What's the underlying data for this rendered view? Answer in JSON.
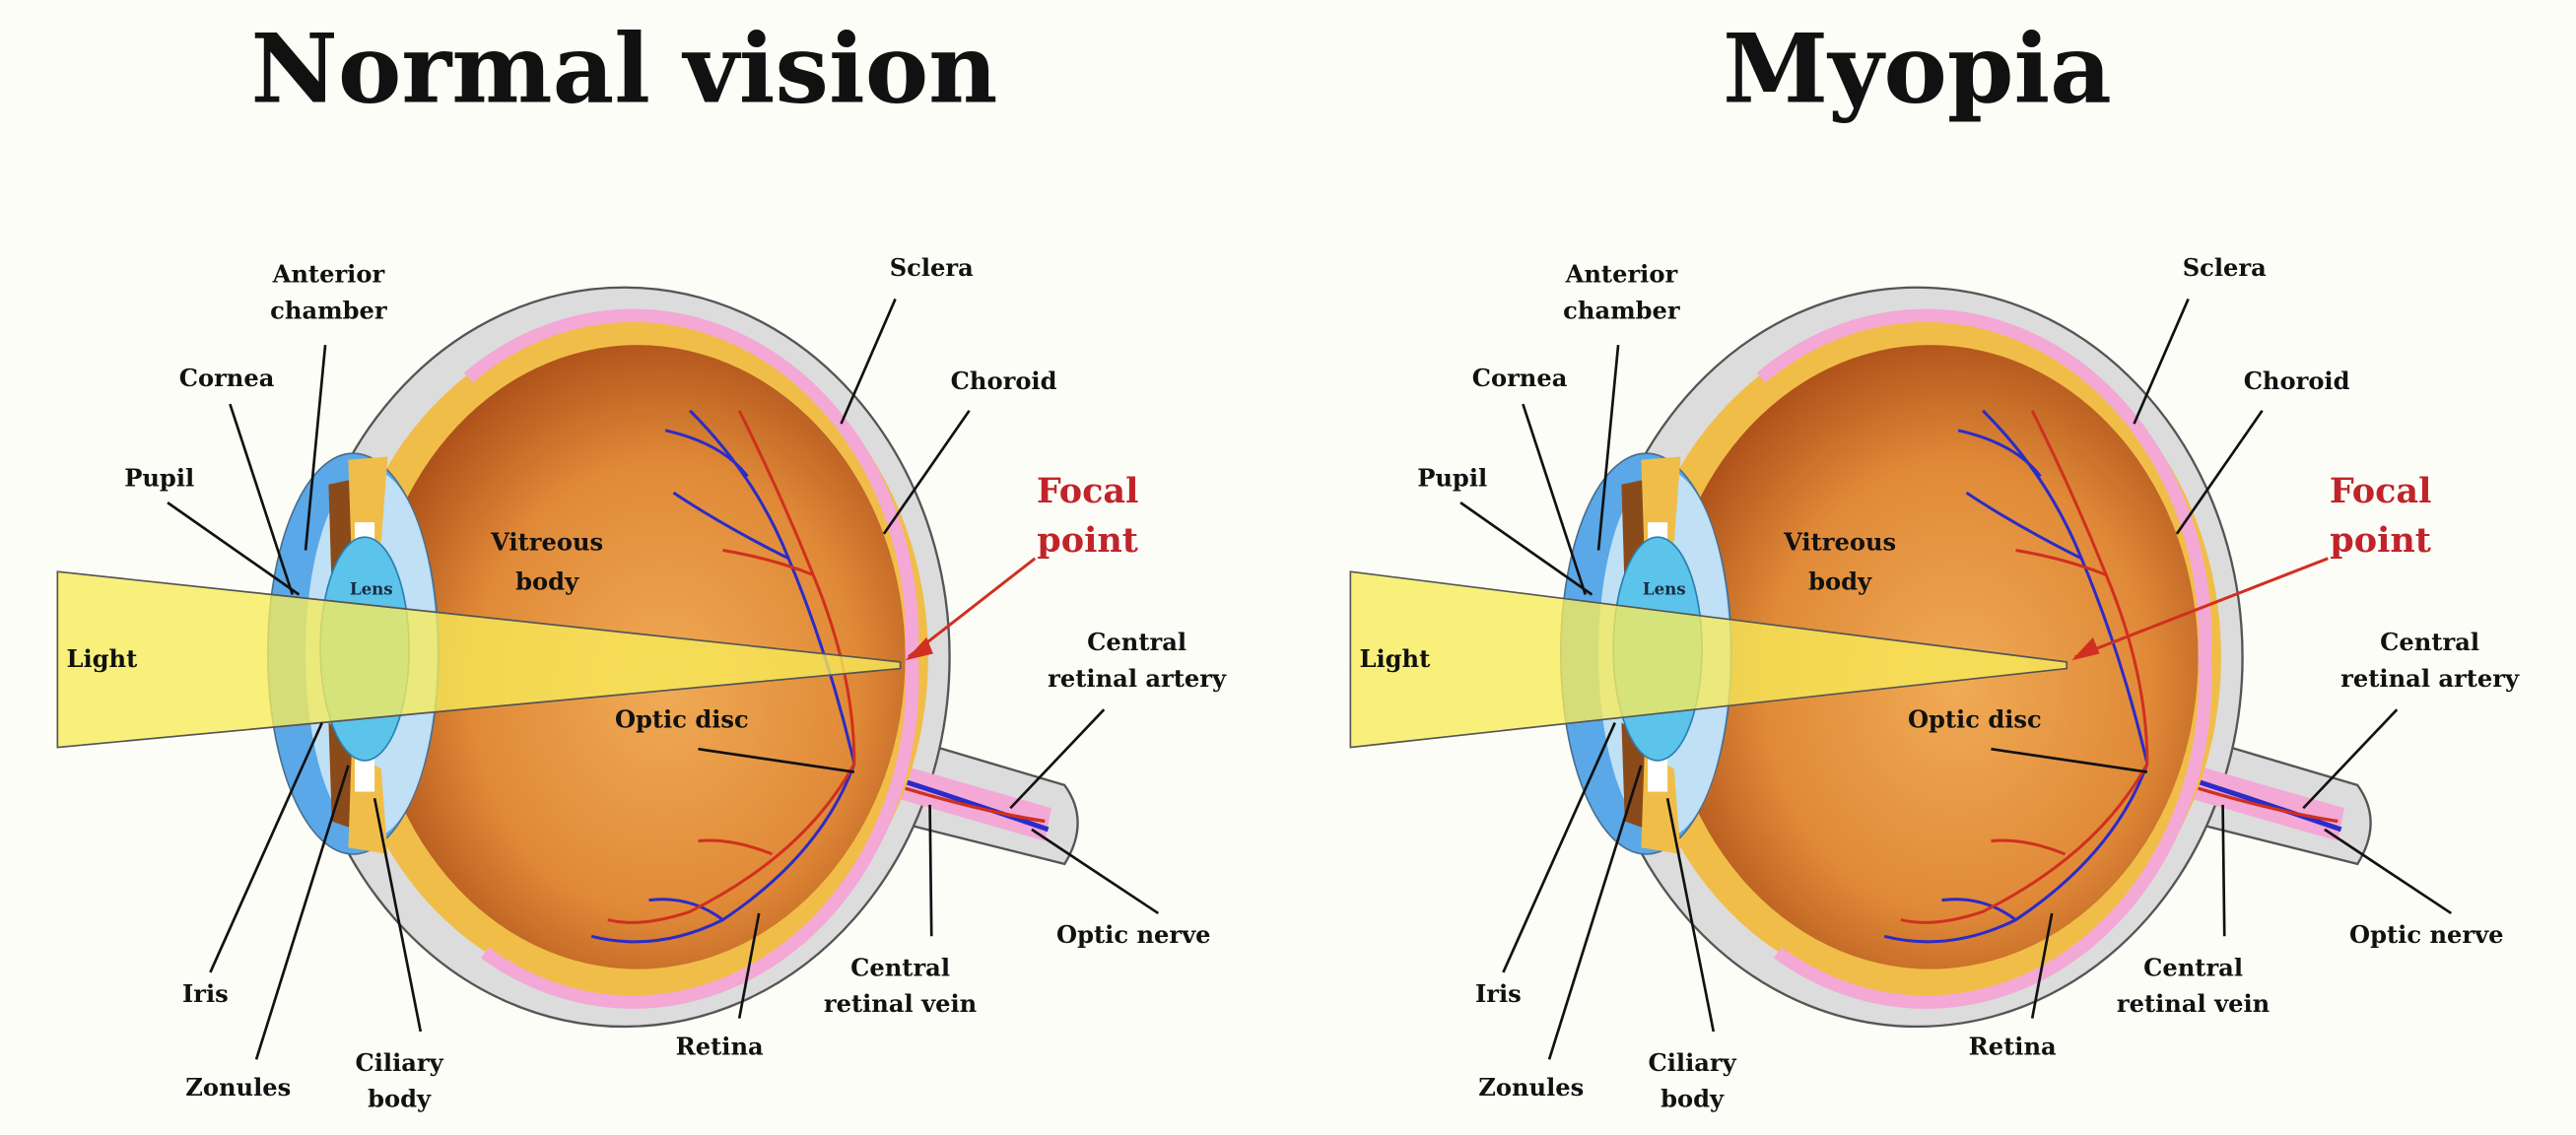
{
  "colors": {
    "background": "#fdfdf7",
    "sclera": "#dcdcdc",
    "choroid": "#f0be48",
    "retina": "#f3a8d6",
    "vitreous_light": "#f0a850",
    "vitreous_dark": "#b5521a",
    "lens": "#5cc3ea",
    "cornea": "#5aa8e8",
    "light_beam": "#f7ec5a",
    "vein": "#2b2bc8",
    "artery": "#d0301f",
    "focal_label": "#c0242a"
  },
  "diagrams": [
    {
      "title": "Normal vision",
      "focal_on_retina": true,
      "labels": {
        "anterior_chamber": [
          "Anterior",
          "chamber"
        ],
        "cornea": "Cornea",
        "pupil": "Pupil",
        "lens": "Lens",
        "light": "Light",
        "vitreous_body": [
          "Vitreous",
          "body"
        ],
        "sclera": "Sclera",
        "choroid": "Choroid",
        "focal_point": [
          "Focal",
          "point"
        ],
        "central_retinal_artery": [
          "Central",
          "retinal artery"
        ],
        "optic_disc": "Optic disc",
        "optic_nerve": "Optic nerve",
        "central_retinal_vein": [
          "Central",
          "retinal vein"
        ],
        "retina": "Retina",
        "ciliary_body": [
          "Ciliary",
          "body"
        ],
        "zonules": "Zonules",
        "iris": "Iris"
      }
    },
    {
      "title": "Myopia",
      "focal_on_retina": false,
      "labels": {
        "anterior_chamber": [
          "Anterior",
          "chamber"
        ],
        "cornea": "Cornea",
        "pupil": "Pupil",
        "lens": "Lens",
        "light": "Light",
        "vitreous_body": [
          "Vitreous",
          "body"
        ],
        "sclera": "Sclera",
        "choroid": "Choroid",
        "focal_point": [
          "Focal",
          "point"
        ],
        "central_retinal_artery": [
          "Central",
          "retinal artery"
        ],
        "optic_disc": "Optic disc",
        "optic_nerve": "Optic nerve",
        "central_retinal_vein": [
          "Central",
          "retinal vein"
        ],
        "retina": "Retina",
        "ciliary_body": [
          "Ciliary",
          "body"
        ],
        "zonules": "Zonules",
        "iris": "Iris"
      }
    }
  ]
}
